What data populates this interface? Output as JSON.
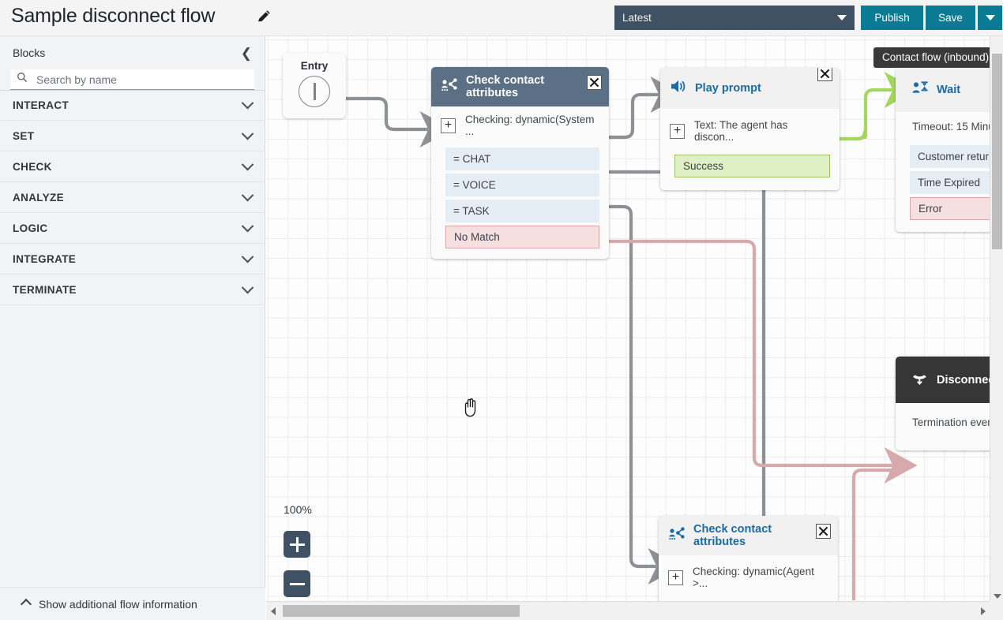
{
  "header": {
    "title": "Sample disconnect flow",
    "edit_icon": "pencil-icon",
    "version_label": "Latest",
    "publish_label": "Publish",
    "save_label": "Save",
    "more_icon": "chevron-down-icon"
  },
  "sidebar": {
    "panel_title": "Blocks",
    "collapse_icon": "chevron-left-icon",
    "search": {
      "placeholder": "Search by name",
      "value": "",
      "icon": "search-icon"
    },
    "categories": [
      {
        "label": "INTERACT",
        "expanded": false
      },
      {
        "label": "SET",
        "expanded": false
      },
      {
        "label": "CHECK",
        "expanded": false
      },
      {
        "label": "ANALYZE",
        "expanded": false
      },
      {
        "label": "LOGIC",
        "expanded": false
      },
      {
        "label": "INTEGRATE",
        "expanded": false
      },
      {
        "label": "TERMINATE",
        "expanded": false
      }
    ],
    "footer_label": "Show additional flow information",
    "footer_icon": "chevron-up-icon"
  },
  "canvas": {
    "flow_type_tooltip": "Contact flow (inbound)",
    "zoom_level": "100%",
    "zoom_in_label": "+",
    "zoom_out_label": "−",
    "cursor": "grab-hand-cursor",
    "colors": {
      "edge_default": "#8d9196",
      "edge_success": "#a3d65c",
      "edge_error": "#d6a9ad",
      "header_slate": "#5b6f85",
      "header_dark": "#363636",
      "title_blue": "#1b6aa5",
      "port_blue": "#e5edf5",
      "port_green": "#dff0c4",
      "port_red": "#f5dfe1",
      "accent_teal": "#0b7b94",
      "toolbar_slate": "#3f5162"
    },
    "nodes": [
      {
        "id": "entry",
        "label": "Entry",
        "kind": "entry-point"
      },
      {
        "id": "check-contact-attributes-1",
        "title": "Check contact attributes",
        "icon": "contact-attributes-icon",
        "close_icon": "close-icon",
        "param": "Checking: dynamic(System ...",
        "param_icon": "plus-icon",
        "ports": [
          {
            "label": "= CHAT",
            "style": "blue"
          },
          {
            "label": "= VOICE",
            "style": "blue"
          },
          {
            "label": "= TASK",
            "style": "blue"
          },
          {
            "label": "No Match",
            "style": "red"
          }
        ]
      },
      {
        "id": "play-prompt",
        "title": "Play prompt",
        "icon": "speaker-icon",
        "close_icon": "close-icon",
        "param": "Text: The agent has discon...",
        "param_icon": "plus-icon",
        "ports": [
          {
            "label": "Success",
            "style": "green"
          }
        ]
      },
      {
        "id": "wait",
        "title": "Wait",
        "icon": "person-hourglass-icon",
        "param": "Timeout: 15 Minu",
        "ports": [
          {
            "label": "Customer retur",
            "style": "blue"
          },
          {
            "label": "Time Expired",
            "style": "blue"
          },
          {
            "label": "Error",
            "style": "red"
          }
        ]
      },
      {
        "id": "disconnect",
        "title": "Disconnect",
        "icon": "hangup-phone-icon",
        "param": "Termination event"
      },
      {
        "id": "check-contact-attributes-2",
        "title": "Check contact attributes",
        "icon": "contact-attributes-icon",
        "close_icon": "close-icon",
        "param": "Checking: dynamic(Agent >...",
        "param_icon": "plus-icon"
      }
    ]
  },
  "scrollbars": {
    "vertical_thumb_label": "vertical-scrollbar-thumb",
    "horizontal_thumb_label": "horizontal-scrollbar-thumb"
  }
}
